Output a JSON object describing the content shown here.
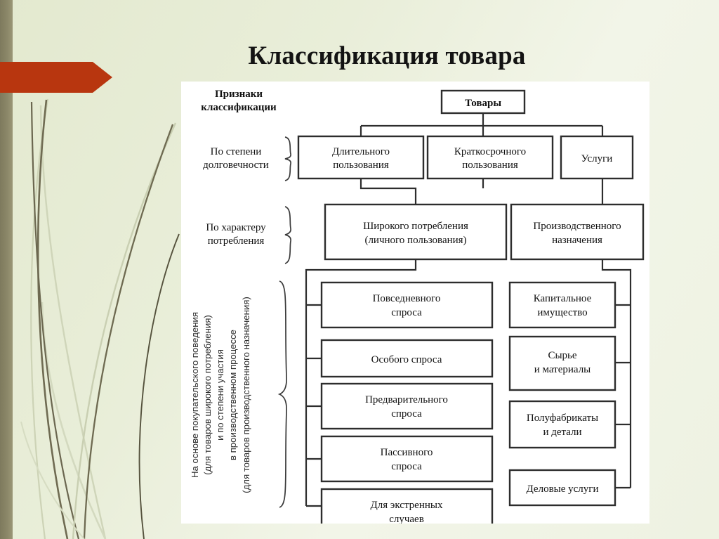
{
  "slide": {
    "title": "Классификация товара",
    "accent_color": "#b8360f",
    "bar_color": "#8b8768",
    "background_color": "#e9eed9",
    "panel_color": "#ffffff"
  },
  "diagram": {
    "root": {
      "label": "Товары"
    },
    "criteria_header": {
      "line1": "Признаки",
      "line2": "классификации"
    },
    "criteria": [
      {
        "id": "durability",
        "line1": "По степени",
        "line2": "долговечности"
      },
      {
        "id": "consumption",
        "line1": "По характеру",
        "line2": "потребления"
      }
    ],
    "vertical_criteria": {
      "lines": [
        "На основе покупательского поведения",
        "(для товаров широкого потребления)",
        "и по степени участия",
        "в производственном процессе",
        "(для товаров производственного назначения)"
      ]
    },
    "level1": [
      {
        "line1": "Длительного",
        "line2": "пользования"
      },
      {
        "line1": "Краткосрочного",
        "line2": "пользования"
      },
      {
        "line1": "Услуги",
        "line2": ""
      }
    ],
    "level2": [
      {
        "line1": "Широкого потребления",
        "line2": "(личного пользования)"
      },
      {
        "line1": "Производственного",
        "line2": "назначения"
      }
    ],
    "consumer_goods": [
      {
        "line1": "Повседневного",
        "line2": "спроса"
      },
      {
        "line1": "Особого спроса",
        "line2": ""
      },
      {
        "line1": "Предварительного",
        "line2": "спроса"
      },
      {
        "line1": "Пассивного",
        "line2": "спроса"
      },
      {
        "line1": "Для экстренных",
        "line2": "случаев"
      }
    ],
    "industrial_goods": [
      {
        "line1": "Капитальное",
        "line2": "имущество"
      },
      {
        "line1": "Сырье",
        "line2": "и материалы"
      },
      {
        "line1": "Полуфабрикаты",
        "line2": "и детали"
      },
      {
        "line1": "Деловые услуги",
        "line2": ""
      }
    ]
  }
}
